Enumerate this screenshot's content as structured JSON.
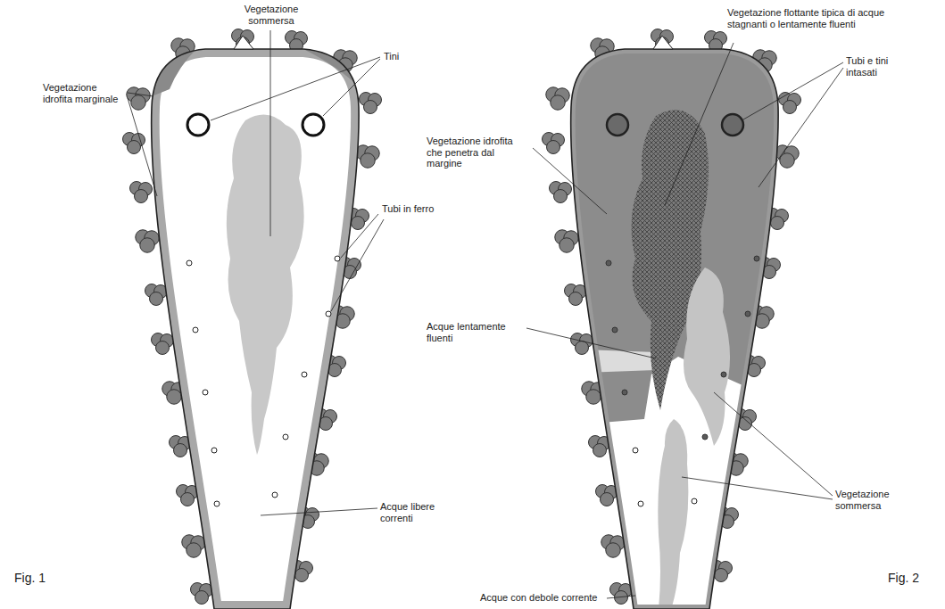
{
  "diagram": {
    "labels": [
      "Vegetazione sommersa",
      "Tini",
      "Vegetazione idrofita marginale",
      "Tubi in ferro",
      "Acque libere correnti",
      "Fig. 1",
      "Vegetazione flottante tipica di acque stagnanti o lentamente fluenti",
      "Vegetazione idrofita che penetra dal margine",
      "Tubi e tini intasati",
      "Acque lentamente fluenti",
      "Vegetazione sommersa",
      "Acque con debole corrente",
      "Fig. 2"
    ]
  }
}
